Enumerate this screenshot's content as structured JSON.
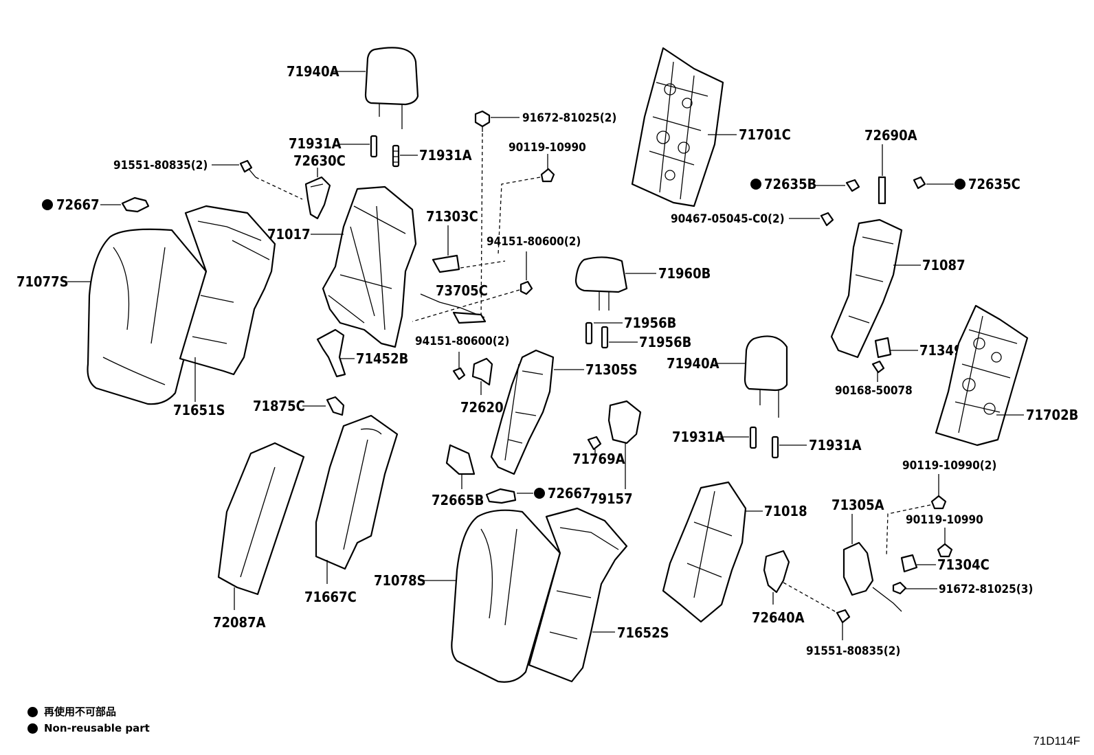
{
  "labels": {
    "hr_71940A_top": "71940A",
    "l_71931A_a": "71931A",
    "l_71931A_b": "71931A",
    "l_91551_top": "91551-80835(2)",
    "l_72630C": "72630C",
    "l_72667_top": "72667",
    "l_71077S": "71077S",
    "l_71651S": "71651S",
    "l_71017": "71017",
    "l_71452B": "71452B",
    "l_71875C": "71875C",
    "l_72087A": "72087A",
    "l_71667C": "71667C",
    "l_91672_top": "91672-81025(2)",
    "l_90119_top": "90119-10990",
    "l_71303C": "71303C",
    "l_94151_a": "94151-80600(2)",
    "l_73705C": "73705C",
    "l_94151_b": "94151-80600(2)",
    "l_72620": "72620",
    "l_71305S": "71305S",
    "l_72665B": "72665B",
    "l_72667_mid": "72667",
    "l_71078S": "71078S",
    "l_71652S": "71652S",
    "l_71960B": "71960B",
    "l_71956B_a": "71956B",
    "l_71956B_b": "71956B",
    "l_71769A": "71769A",
    "l_79157": "79157",
    "l_71701C": "71701C",
    "l_72690A": "72690A",
    "l_72635B": "72635B",
    "l_72635C": "72635C",
    "l_90467": "90467-05045-C0(2)",
    "l_71087": "71087",
    "l_71349E": "71349E",
    "l_90168": "90168-50078",
    "l_71702B": "71702B",
    "l_71940A_mid": "71940A",
    "l_71931A_c": "71931A",
    "l_71931A_d": "71931A",
    "l_71018": "71018",
    "l_72640A": "72640A",
    "l_91551_bot": "91551-80835(2)",
    "l_90119_2": "90119-10990(2)",
    "l_71305A": "71305A",
    "l_90119_3": "90119-10990",
    "l_71304C": "71304C",
    "l_91672_bot": "91672-81025(3)"
  },
  "legend": {
    "jp": "再使用不可部品",
    "en": "Non-reusable part"
  },
  "diagram_code": "71D114F"
}
